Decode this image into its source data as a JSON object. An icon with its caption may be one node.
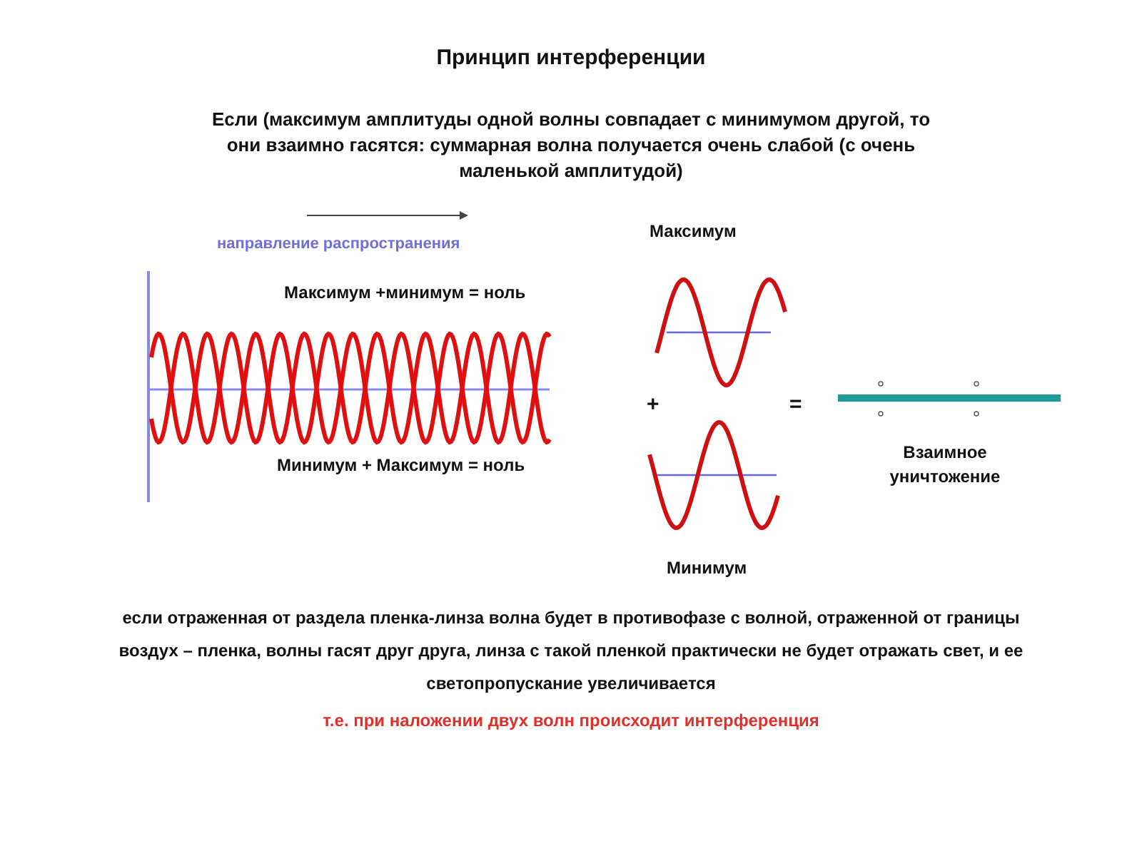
{
  "diagram": {
    "title": "Принцип интерференции",
    "labels": [
      "Если (максимум амплитуды одной волны совпадает с минимумом другой, то они взаимно гасятся: суммарная волна получается очень слабой (с очень маленькой амплитудой)",
      "направление распространения",
      "Максимум +минимум = ноль",
      "Минимум + Максимум = ноль",
      "Максимум",
      "+",
      "=",
      "Взаимное уничтожение",
      "Минимум",
      "если отраженная от раздела пленка-линза волна будет в противофазе с волной, отраженной от границы воздух – пленка, волны гасят друг друга, линза с такой пленкой практически не будет отражать свет, и ее светопропускание увеличивается",
      "т.е. при наложении двух волн происходит интерференция"
    ]
  }
}
